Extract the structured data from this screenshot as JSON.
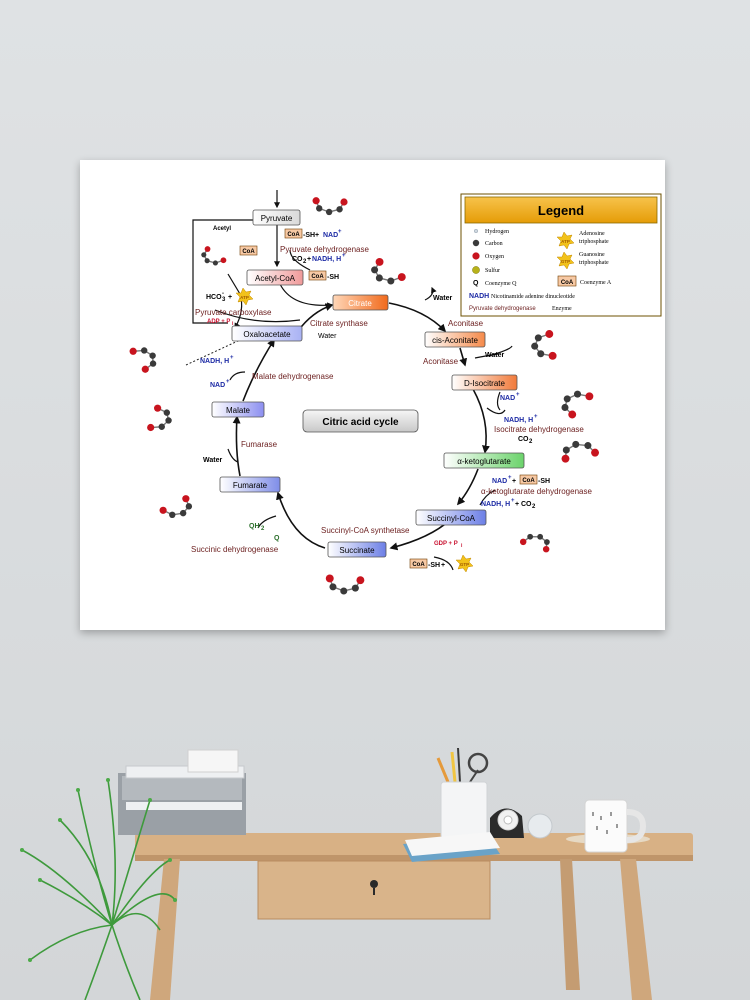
{
  "title": "Citric acid cycle",
  "intermediates": {
    "pyruvate": "Pyruvate",
    "acetyl_coa": "Acetyl-CoA",
    "citrate": "Citrate",
    "cis_aconitate": "cis-Aconitate",
    "d_isocitrate": "D-Isocitrate",
    "ketoglutarate": "α-ketoglutarate",
    "succinyl_coa": "Succinyl-CoA",
    "succinate": "Succinate",
    "fumarate": "Fumarate",
    "malate": "Malate",
    "oxaloacetate": "Oxaloacetate"
  },
  "enzymes": {
    "pyruvate_dehydrogenase": "Pyruvate dehydrogenase",
    "pyruvate_carboxylase": "Pyruvate carboxylase",
    "citrate_synthase": "Citrate synthase",
    "aconitase_1": "Aconitase",
    "aconitase_2": "Aconitase",
    "isocitrate_dehydrogenase": "Isocitrate dehydrogenase",
    "ketoglutarate_dehydrogenase": "α-ketoglutarate dehydrogenase",
    "succinyl_coa_synthetase": "Succinyl-CoA synthetase",
    "succinic_dehydrogenase": "Succinic dehydrogenase",
    "fumarase": "Fumarase",
    "malate_dehydrogenase": "Malate dehydrogenase"
  },
  "cofactors": {
    "coa": "CoA",
    "sh": "-SH",
    "plus": "+",
    "nad_plus": "NAD",
    "sup_plus": "+",
    "co2": "CO",
    "sub2": "2",
    "nadh_h": "NADH, H",
    "acetyl": "Acetyl",
    "hco3": "HCO",
    "sub3": "3",
    "sup_minus": "-",
    "atp": "ATP",
    "adp_pi": "ADP + P",
    "pi_sub": "i",
    "water": "Water",
    "gdp_pi": "GDP + P",
    "gtp": "GTP",
    "qh": "QH",
    "q": "Q"
  },
  "legend": {
    "title": "Legend",
    "hydrogen": "Hydrogen",
    "carbon": "Carbon",
    "oxygen": "Oxygen",
    "sulfur": "Sulfur",
    "adenosine": "Adenosine",
    "guanosine": "Guanosine",
    "triphosphate": "triphosphate",
    "q_symbol": "Q",
    "coenzyme_q": "Coenzyme Q",
    "coa_symbol": "CoA",
    "coenzyme_a": "Coenzyme A",
    "nadh_symbol": "NADH",
    "nadh_desc": "Nicotinamide adenine dinucleotide",
    "enzyme_example": "Pyruvate dehydrogenase",
    "enzyme_label": "Enzyme"
  },
  "colors": {
    "wall": "#dcdfe1",
    "poster_bg": "#ffffff",
    "legend_title_bg": "#f1a70f",
    "legend_border": "#6e5200",
    "enzyme_text": "#6b1e1e",
    "cofactor_blue": "#1c2aa5",
    "adp_red": "#c8102e",
    "citrate_orange": "#f16a1c",
    "ketoglutarate_green": "#6bd36b",
    "succinate_blue": "#6c7fe6",
    "malate_violet": "#8c8ff0",
    "oxygen_red": "#c8141e",
    "carbon_dark": "#3a3a3a",
    "desk_wood": "#dcb58d"
  },
  "room": {
    "objects": [
      "plant",
      "desk",
      "drawer",
      "letter-tray",
      "pen-cup",
      "mug",
      "tape-dispenser",
      "book",
      "glass-sphere"
    ]
  }
}
